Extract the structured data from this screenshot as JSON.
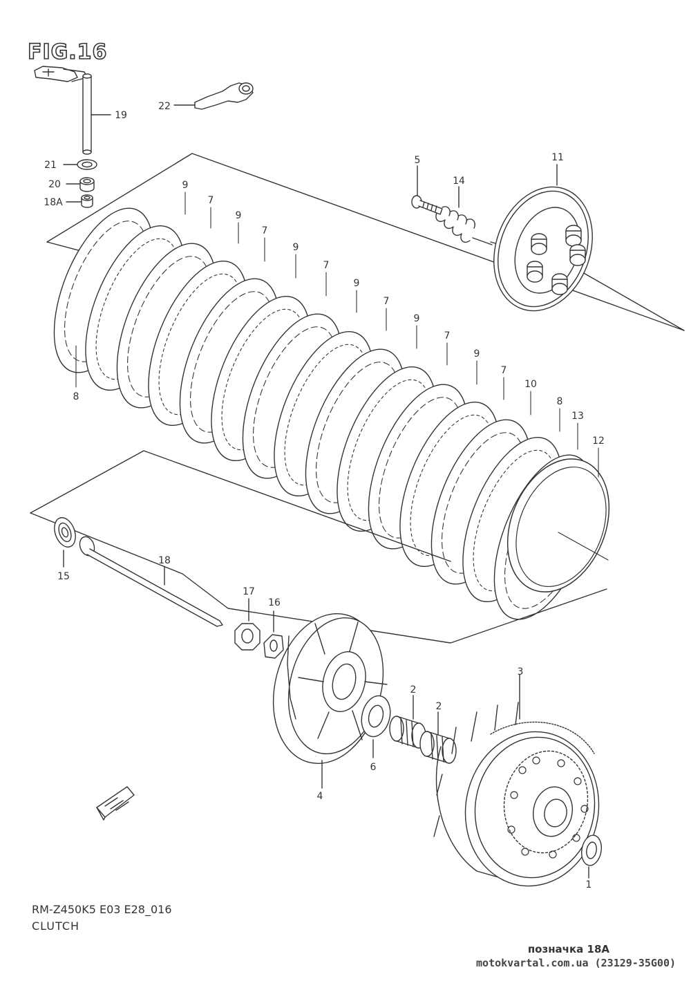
{
  "figure_label": "FIG.16",
  "model_code": "RM-Z450K5 E03 E28_016",
  "diagram_title": "CLUTCH",
  "note_label": "позначка 18A",
  "watermark": "motokvartal.com.ua (23129-35G00)",
  "callouts": {
    "c19": "19",
    "c22": "22",
    "c21": "21",
    "c20": "20",
    "c18a": "18A",
    "c5": "5",
    "c14": "14",
    "c11": "11",
    "c9a": "9",
    "c7a": "7",
    "c9b": "9",
    "c7b": "7",
    "c9c": "9",
    "c7c": "7",
    "c9d": "9",
    "c7d": "7",
    "c9e": "9",
    "c7e": "7",
    "c9f": "9",
    "c7f": "7",
    "c8a": "8",
    "c10": "10",
    "c8b": "8",
    "c13": "13",
    "c12": "12",
    "c15": "15",
    "c18": "18",
    "c17": "17",
    "c16": "16",
    "c2a": "2",
    "c2b": "2",
    "c3": "3",
    "c6": "6",
    "c4": "4",
    "c1": "1"
  }
}
